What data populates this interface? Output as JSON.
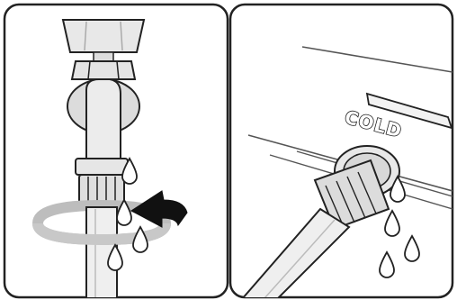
{
  "panels": [
    {
      "id": "left",
      "subject": "faucet-hose-connection"
    },
    {
      "id": "right",
      "subject": "washer-cold-inlet-connection"
    }
  ],
  "right_panel": {
    "inlet_label": "COLD"
  },
  "colors": {
    "outline": "#222222",
    "metal_light": "#e6e6e6",
    "metal_mid": "#c9c9c9",
    "arrow": "#111111",
    "rotation_band": "#bdbdbd"
  },
  "icons": [
    "rotation-arrow-icon",
    "tighten-arrow-icon",
    "water-drop-icon"
  ]
}
